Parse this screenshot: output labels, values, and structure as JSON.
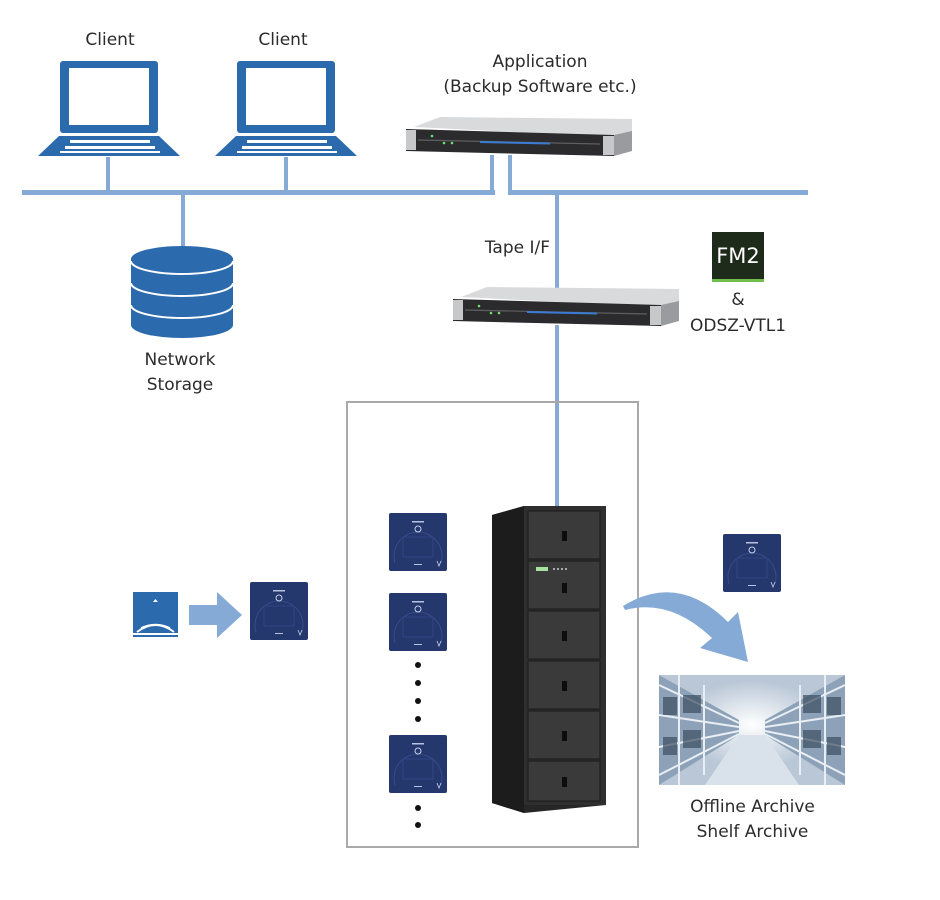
{
  "title": "Optical Disc Archive Network Diagram",
  "nodes": {
    "client_1": {
      "label": "Client"
    },
    "client_2": {
      "label": "Client"
    },
    "application": {
      "label_line1": "Application",
      "label_line2": "(Backup Software etc.)"
    },
    "network_storage": {
      "label_line1": "Network",
      "label_line2": "Storage"
    },
    "tape_interface": {
      "label": "Tape I/F"
    },
    "software": {
      "badge": "FM2",
      "connector": "&",
      "product": "ODSZ-VTL1"
    },
    "library": {
      "cartridge_count_visible": 3
    },
    "ingest": {
      "source_icon": "disc-media-icon",
      "target_icon": "cartridge-icon"
    },
    "offline_archive": {
      "label_line1": "Offline Archive",
      "label_line2": "Shelf Archive"
    }
  },
  "colors": {
    "network_line": "#85aad6",
    "icon_blue": "#2c6aae",
    "cartridge_blue": "#24386e",
    "fm2_bg": "#1e2b1a",
    "fm2_accent": "#6fbf4a",
    "rack": "#2d2d2d",
    "box_border": "#a9a9a9"
  }
}
